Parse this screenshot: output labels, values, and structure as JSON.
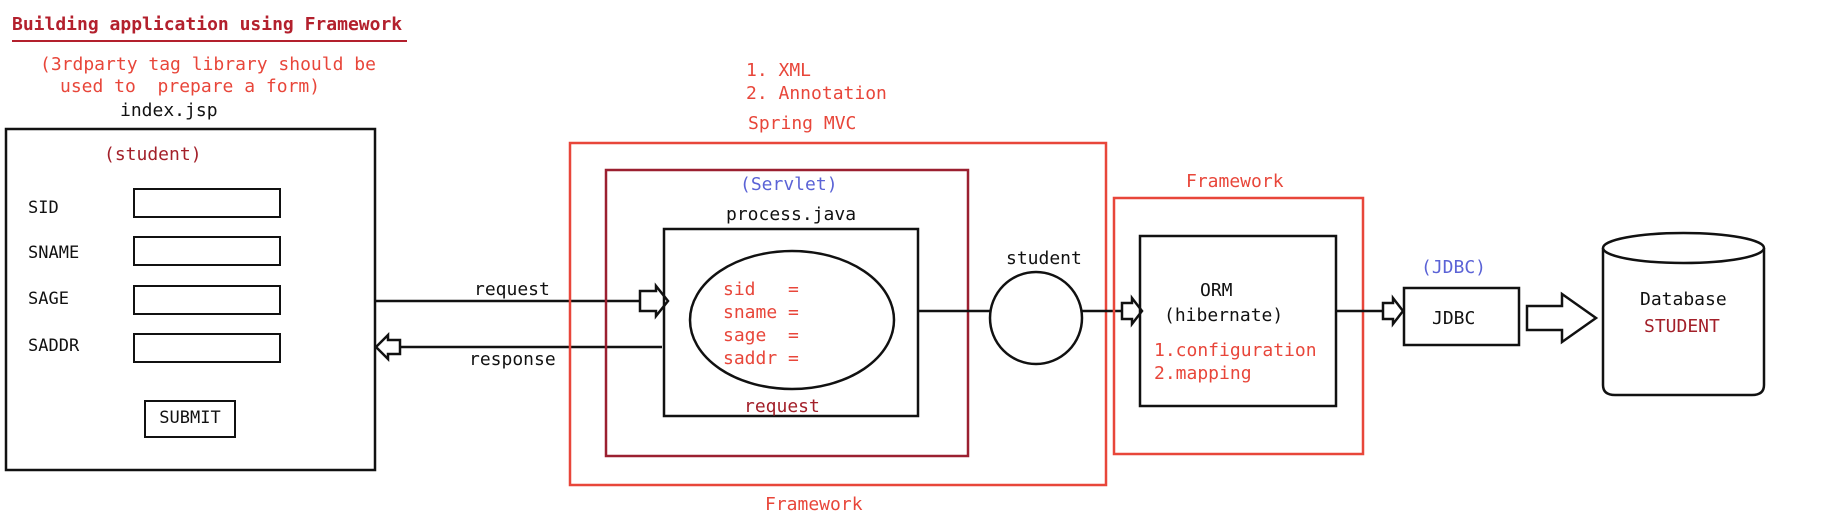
{
  "title": "Building application using Framework",
  "note_line1": "(3rdparty tag library should be",
  "note_line2": "used to  prepare a form)",
  "index_jsp": "index.jsp",
  "form": {
    "heading": "(student)",
    "fields": [
      "SID",
      "SNAME",
      "SAGE",
      "SADDR"
    ],
    "submit_label": "SUBMIT"
  },
  "request_label": "request",
  "response_label": "response",
  "config_list": [
    "1. XML",
    "2. Annotation"
  ],
  "spring_mvc_label": "Spring MVC",
  "servlet_label": "(Servlet)",
  "process_label": "process.java",
  "ellipse_fields": [
    "sid   =",
    "sname =",
    "sage  =",
    "saddr ="
  ],
  "inner_request_label": "request",
  "framework_bottom_label": "Framework",
  "student_label": "student",
  "framework_top_label": "Framework",
  "orm": {
    "line1": "ORM",
    "line2": "(hibernate)",
    "items": [
      "1.configuration",
      "2.mapping"
    ]
  },
  "jdbc_paren": "(JDBC)",
  "jdbc_box": "JDBC",
  "database": {
    "line1": "Database",
    "line2": "STUDENT"
  },
  "colors": {
    "red": "#e8463a",
    "dark_red": "#a3202a",
    "blue": "#5b63d6",
    "black": "#111111"
  }
}
